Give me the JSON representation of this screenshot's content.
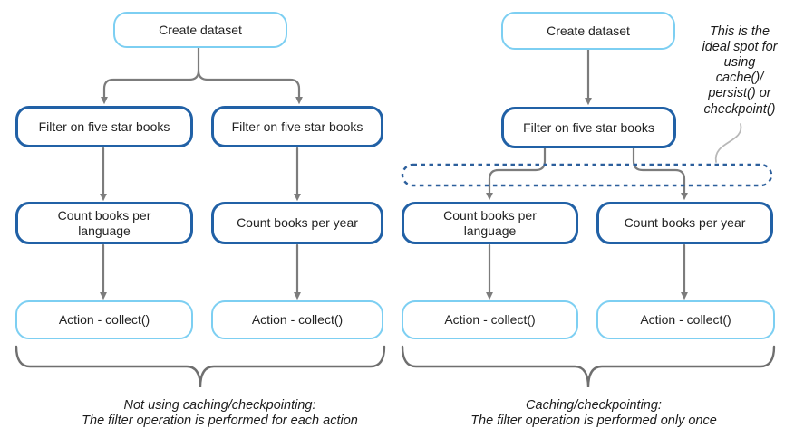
{
  "nodes": {
    "left": {
      "create": "Create dataset",
      "filter_a": "Filter on five star books",
      "filter_b": "Filter on five star books",
      "count_language": "Count books per language",
      "count_year": "Count books per year",
      "action_a": "Action - collect()",
      "action_b": "Action - collect()"
    },
    "right": {
      "create": "Create dataset",
      "filter": "Filter on five star books",
      "count_language": "Count books per language",
      "count_year": "Count books per year",
      "action_a": "Action - collect()",
      "action_b": "Action - collect()"
    }
  },
  "annotation": {
    "lines": [
      "This is the",
      "ideal spot for",
      "using",
      "cache()/",
      "persist() or",
      "checkpoint()"
    ]
  },
  "captions": {
    "left": [
      "Not using caching/checkpointing:",
      "The filter operation is performed for each action"
    ],
    "right": [
      "Caching/checkpointing:",
      "The filter operation is performed only once"
    ]
  },
  "colors": {
    "light_blue_border": "#7dcff2",
    "dark_blue_border": "#2161a6",
    "arrow_gray": "#7c7c7c",
    "dashed_ellipse_blue": "#2c5f9c",
    "leader_line_gray": "#b8b8b8",
    "text": "#222222"
  }
}
